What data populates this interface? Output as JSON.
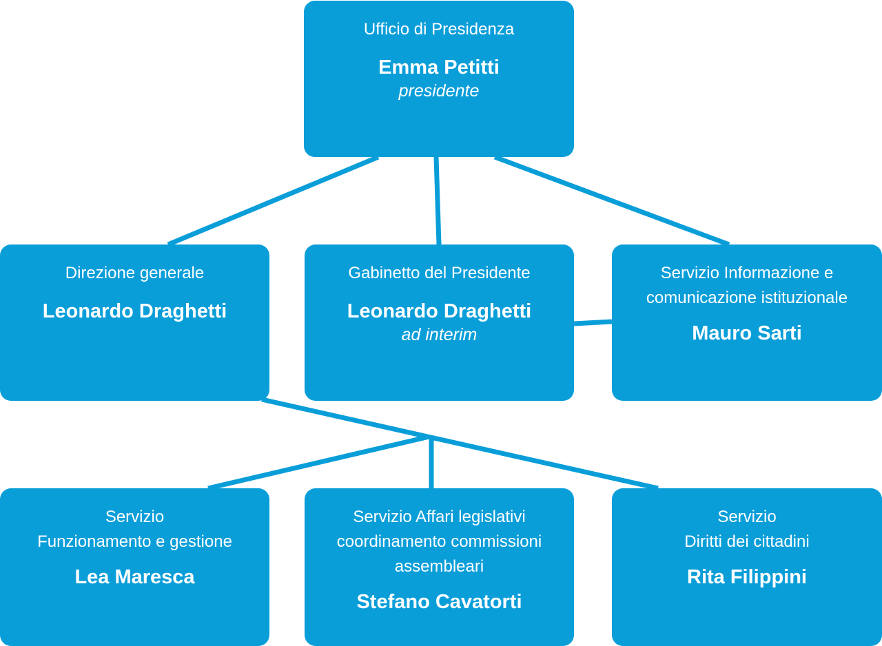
{
  "colors": {
    "box_fill": "#0a9ed9",
    "connector": "#0a9ed9",
    "text": "#ffffff",
    "background": "#ffffff"
  },
  "presidency": {
    "unit": "Ufficio di Presidenza",
    "person": "Emma Petitti",
    "role": "presidente"
  },
  "direzione": {
    "unit": "Direzione generale",
    "person": "Leonardo Draghetti"
  },
  "gabinetto": {
    "unit": "Gabinetto del Presidente",
    "person": "Leonardo Draghetti",
    "role": "ad interim"
  },
  "informazione": {
    "unit": "Servizio Informazione e\ncomunicazione istituzionale",
    "person": "Mauro Sarti"
  },
  "funzionamento": {
    "unit": "Servizio\nFunzionamento e gestione",
    "person": "Lea Maresca"
  },
  "affari": {
    "unit": "Servizio Affari legislativi\ncoordinamento commissioni\nassembleari",
    "person": "Stefano Cavatorti"
  },
  "diritti": {
    "unit": "Servizio\nDiritti dei cittadini",
    "person": "Rita Filippini"
  }
}
